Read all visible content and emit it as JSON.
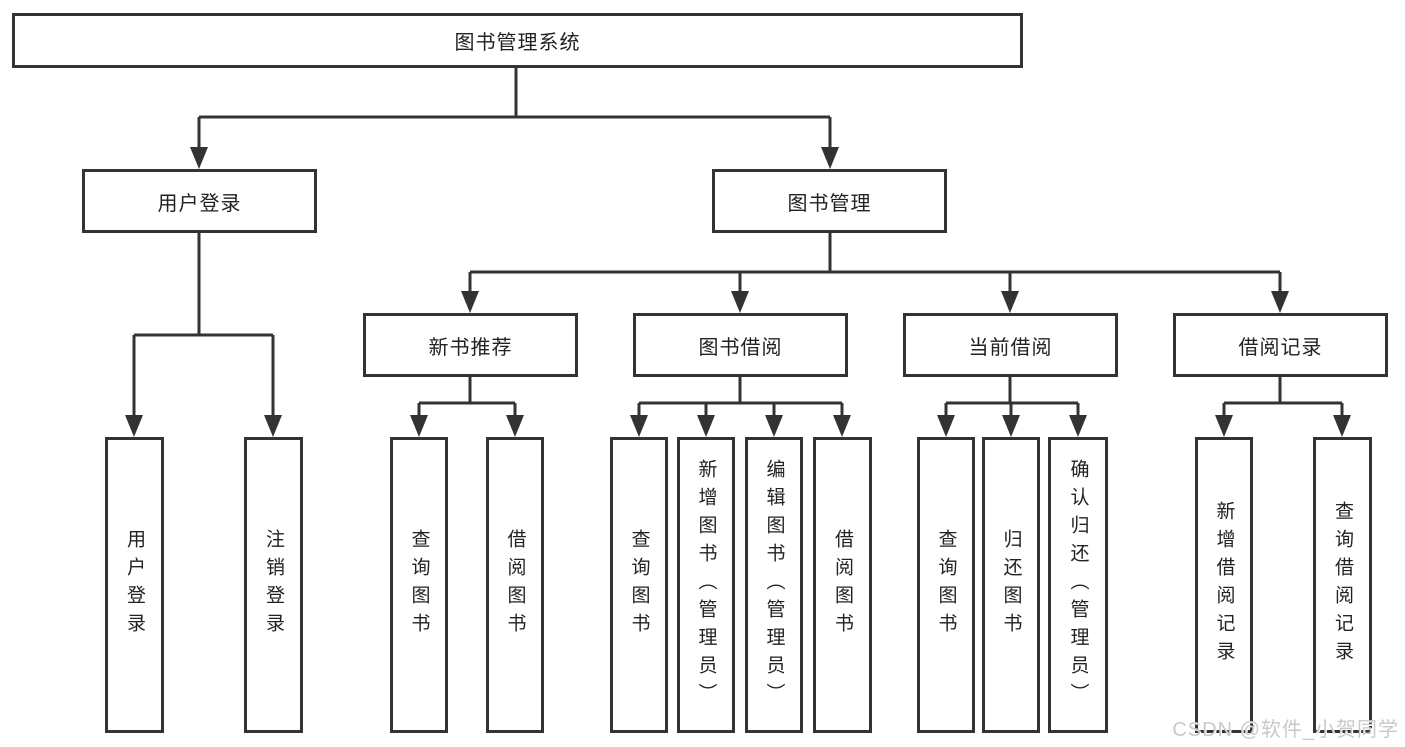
{
  "diagram": {
    "title": "图书管理系统",
    "branches": [
      {
        "label": "用户登录",
        "children": [
          {
            "label": "用户登录"
          },
          {
            "label": "注销登录"
          }
        ]
      },
      {
        "label": "图书管理",
        "sections": [
          {
            "label": "新书推荐",
            "children": [
              {
                "label": "查询图书"
              },
              {
                "label": "借阅图书"
              }
            ]
          },
          {
            "label": "图书借阅",
            "children": [
              {
                "label": "查询图书"
              },
              {
                "label": "新增图书（管理员）"
              },
              {
                "label": "编辑图书（管理员）"
              },
              {
                "label": "借阅图书"
              }
            ]
          },
          {
            "label": "当前借阅",
            "children": [
              {
                "label": "查询图书"
              },
              {
                "label": "归还图书"
              },
              {
                "label": "确认归还（管理员）"
              }
            ]
          },
          {
            "label": "借阅记录",
            "children": [
              {
                "label": "新增借阅记录"
              },
              {
                "label": "查询借阅记录"
              }
            ]
          }
        ]
      }
    ]
  },
  "watermark": {
    "text": "CSDN @软件_小贺同学"
  },
  "colors": {
    "line": "#333333",
    "box_border": "#333333",
    "box_fill": "#ffffff",
    "text": "#222222",
    "watermark": "#c9c9c9"
  }
}
